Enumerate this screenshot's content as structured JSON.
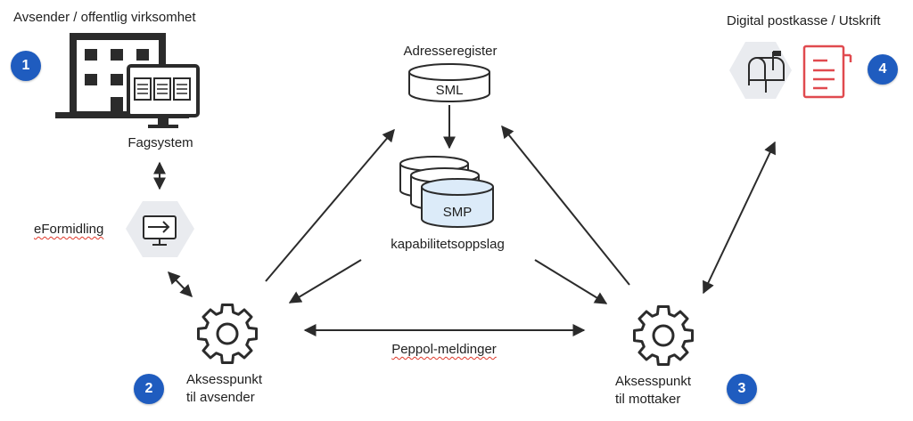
{
  "sender": {
    "title": "Avsender / offentlig virksomhet",
    "system_label": "Fagsystem",
    "step": "1"
  },
  "eformidling": {
    "label": "eFormidling"
  },
  "registry": {
    "title": "Adresseregister",
    "sml_label": "SML",
    "smp_label": "SMP",
    "lookup_label": "kapabilitetsoppslag"
  },
  "recipient": {
    "title": "Digital postkasse / Utskrift",
    "step": "4"
  },
  "ap_sender": {
    "line1": "Aksesspunkt",
    "line2": "til avsender",
    "step": "2"
  },
  "ap_receiver": {
    "line1": "Aksesspunkt",
    "line2": "til mottaker",
    "step": "3"
  },
  "messages": {
    "label": "Peppol-meldinger"
  },
  "colors": {
    "badge": "#1f5cbf",
    "building": "#2b2b2b",
    "hexagon": "#e9ebef",
    "smp_fill": "#dcebf9",
    "print_red": "#e04a4f",
    "arrow": "#2b2b2b"
  }
}
